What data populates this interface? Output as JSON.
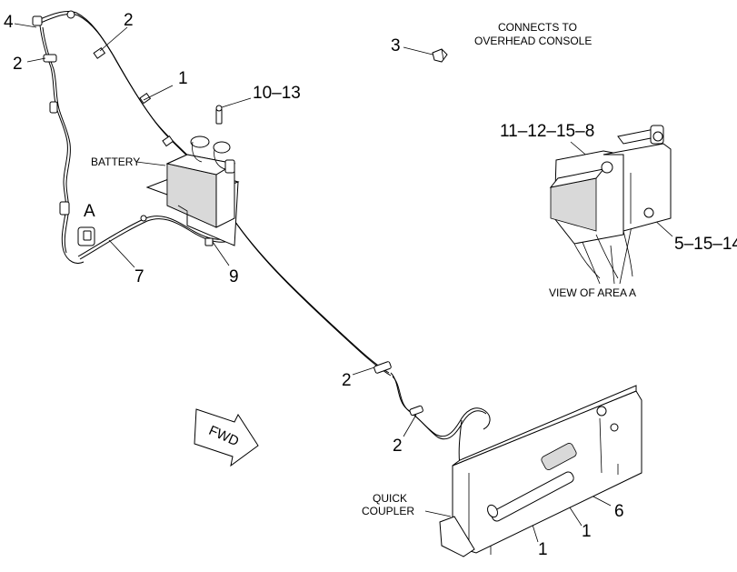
{
  "diagram": {
    "callouts": {
      "c4": "4",
      "c2_top": "2",
      "c2_left": "2",
      "c1_upper": "1",
      "c10_13": "10–13",
      "c3": "3",
      "c11_12_15_8": "11–12–15–8",
      "c5_15_14": "5–15–14",
      "c7": "7",
      "c9": "9",
      "c2_mid": "2",
      "c2_low": "2",
      "c6": "6",
      "c1_low_a": "1",
      "c1_low_b": "1",
      "area_a": "A"
    },
    "labels": {
      "battery": "BATTERY",
      "connects_line1": "CONNECTS TO",
      "connects_line2": "OVERHEAD CONSOLE",
      "view_of_area": "VIEW OF AREA  A",
      "quick_line1": "QUICK",
      "quick_line2": "COUPLER",
      "fwd": "FWD"
    }
  }
}
